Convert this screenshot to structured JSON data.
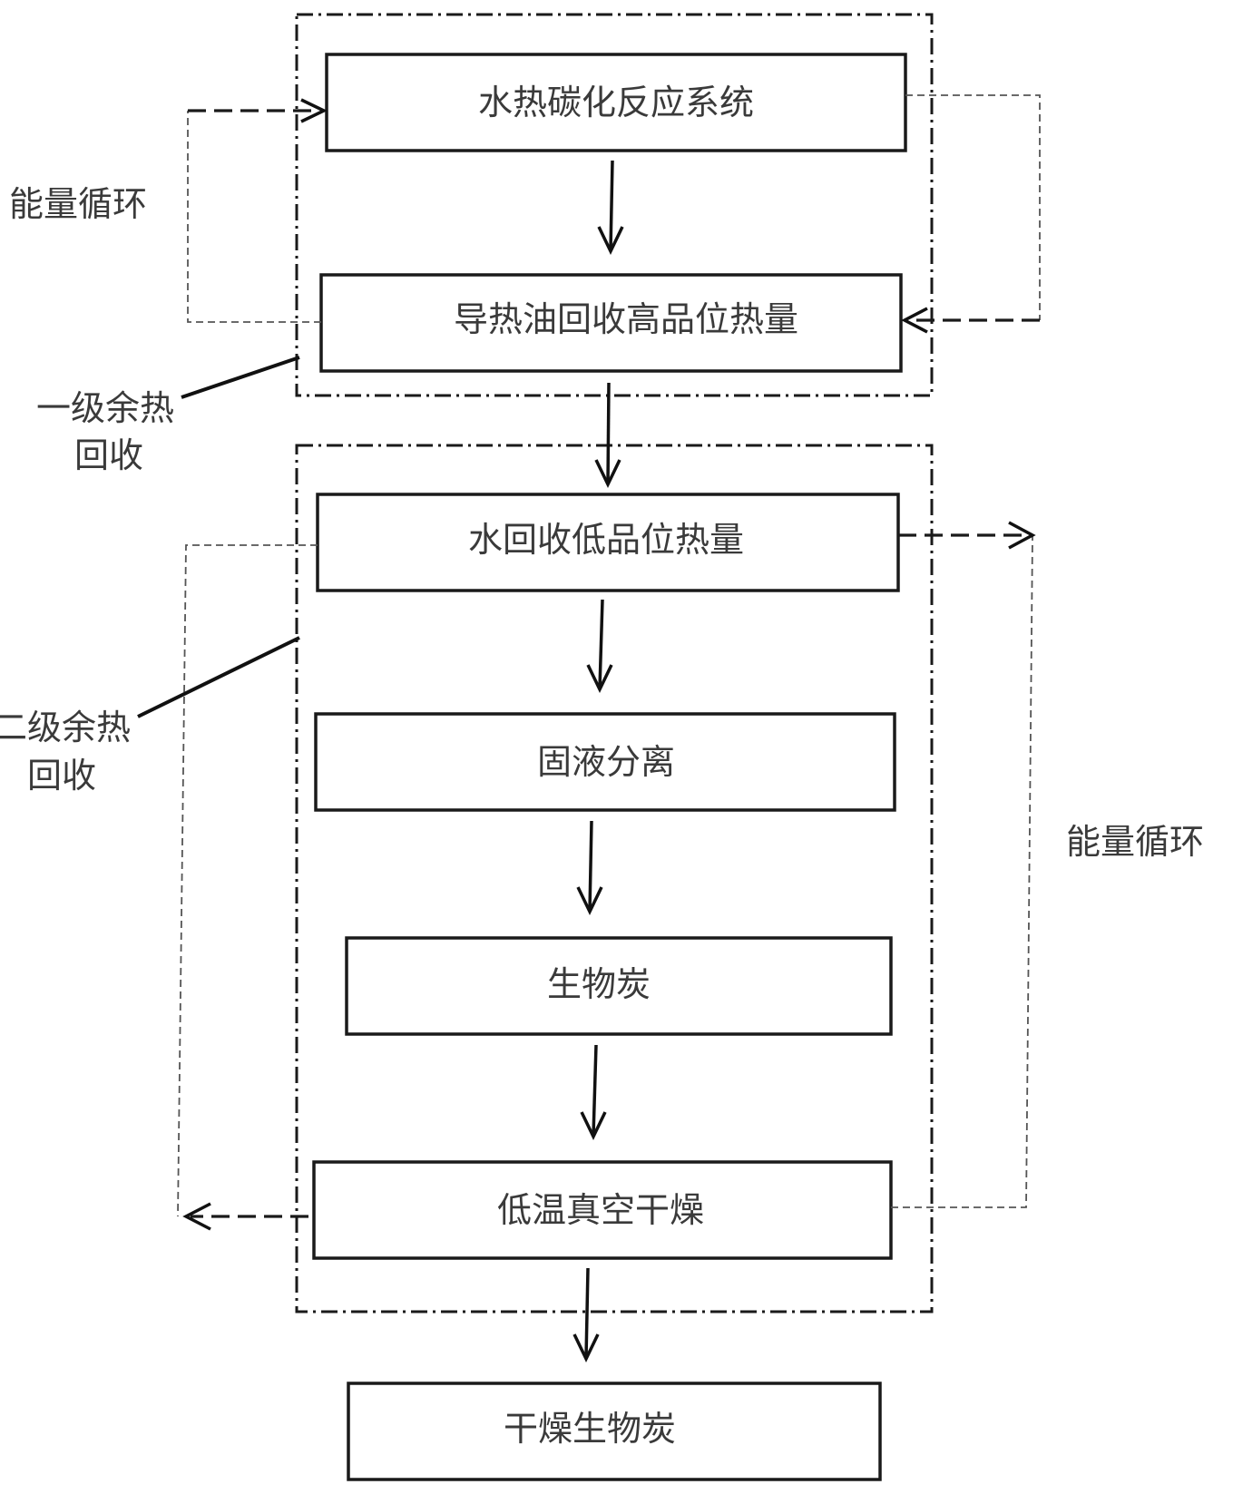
{
  "nodes": {
    "hydrothermal": "水热碳化反应系统",
    "oil_recovery": "导热油回收高品位热量",
    "water_recovery": "水回收低品位热量",
    "separation": "固液分离",
    "biochar": "生物炭",
    "drying": "低温真空干燥",
    "dried_biochar": "干燥生物炭"
  },
  "labels": {
    "energy_cycle_left": "能量循环",
    "energy_cycle_right": "能量循环",
    "stage1_line1": "一级余热",
    "stage1_line2": "回收",
    "stage2_line1": "二级余热",
    "stage2_line2": "回收"
  }
}
